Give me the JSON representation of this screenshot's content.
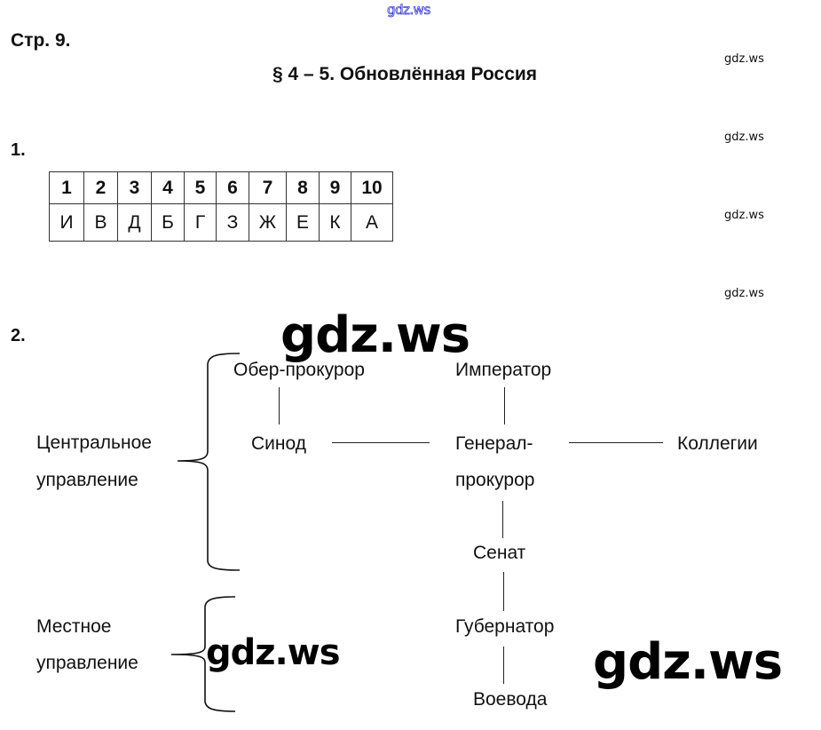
{
  "watermarks": {
    "top": "gdz.ws",
    "small": [
      "gdz.ws",
      "gdz.ws",
      "gdz.ws",
      "gdz.ws"
    ],
    "big": [
      "gdz.ws",
      "gdz.ws",
      "gdz.ws"
    ],
    "top_color": "#3a3ad0"
  },
  "header": {
    "page_ref": "Стр. 9.",
    "section_title": "§ 4 – 5. Обновлённая Россия"
  },
  "task1": {
    "number": "1.",
    "columns": [
      "1",
      "2",
      "3",
      "4",
      "5",
      "6",
      "7",
      "8",
      "9",
      "10"
    ],
    "answers": [
      "И",
      "В",
      "Д",
      "Б",
      "Г",
      "З",
      "Ж",
      "Е",
      "К",
      "А"
    ]
  },
  "task2": {
    "number": "2.",
    "groups": {
      "central": [
        "Центральное",
        "управление"
      ],
      "local": [
        "Местное",
        "управление"
      ]
    },
    "nodes": {
      "ober_prokuror": "Обер-прокурор",
      "sinod": "Синод",
      "imperator": "Император",
      "general_prokuror": [
        "Генерал-",
        "прокурор"
      ],
      "kollegii": "Коллегии",
      "senat": "Сенат",
      "gubernator": "Губернатор",
      "voevoda": "Воевода"
    }
  }
}
